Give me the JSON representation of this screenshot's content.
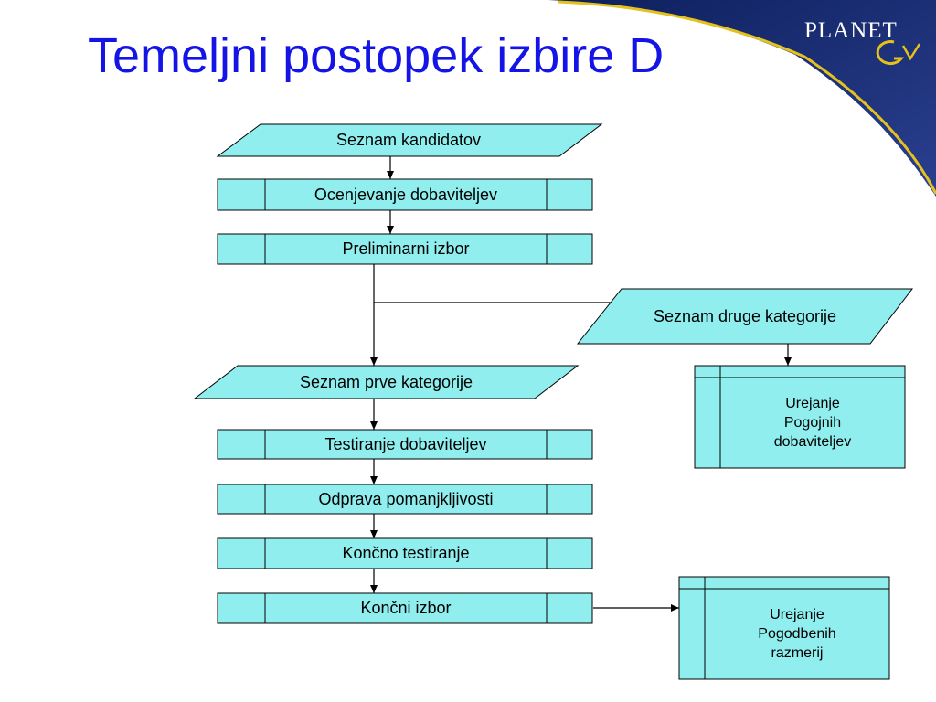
{
  "slide": {
    "title": "Temeljni postopek izbire D",
    "logo": "PLANET"
  },
  "colors": {
    "title": "#1414e6",
    "box_fill": "#90eeee",
    "banner_dark": "#0d1f5c",
    "banner_gold": "#e3c21d",
    "line": "#000000"
  },
  "flow": {
    "seznam_kandidatov": "Seznam kandidatov",
    "ocenjevanje": "Ocenjevanje dobaviteljev",
    "preliminarni": "Preliminarni izbor",
    "druga_kategorija": "Seznam druge kategorije",
    "prva_kategorija": "Seznam prve kategorije",
    "testiranje": "Testiranje dobaviteljev",
    "odprava": "Odprava pomanjkljivosti",
    "koncno_testiranje": "Končno testiranje",
    "koncni_izbor": "Končni izbor",
    "urejanje_pogojnih": [
      "Urejanje",
      "Pogojnih",
      "dobaviteljev"
    ],
    "urejanje_pogodbenih": [
      "Urejanje",
      "Pogodbenih",
      "razmerij"
    ]
  }
}
